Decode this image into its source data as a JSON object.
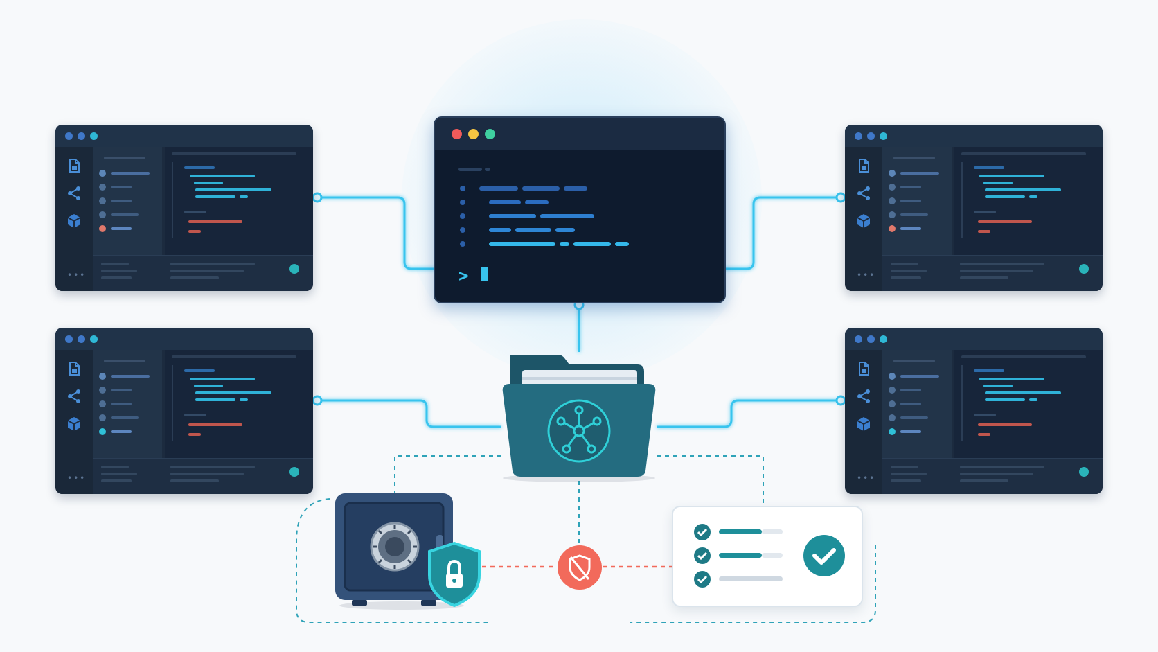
{
  "diagram": {
    "central_terminal": {
      "prompt_symbol": ">"
    },
    "side_editors": [
      {
        "position": "top-left"
      },
      {
        "position": "bottom-left"
      },
      {
        "position": "top-right"
      },
      {
        "position": "bottom-right"
      }
    ],
    "hub": {
      "icon": "network-hub-icon"
    },
    "nodes": [
      {
        "icon": "safe-icon"
      },
      {
        "icon": "shield-lock-icon"
      },
      {
        "icon": "shield-off-icon"
      },
      {
        "icon": "checklist-icon"
      },
      {
        "icon": "check-circle-icon"
      }
    ]
  },
  "colors": {
    "background": "#f7f9fb",
    "wire": "#38c4ee",
    "editor_bg": "#1c2b3f",
    "terminal_bg": "#0e1b2e",
    "folder": "#246c80",
    "teal": "#1e8f9a",
    "alert": "#f26a5b",
    "safe": "#34527a",
    "dot_red": "#f05a5a",
    "dot_yellow": "#f5c542",
    "dot_green": "#3fd0a0"
  }
}
